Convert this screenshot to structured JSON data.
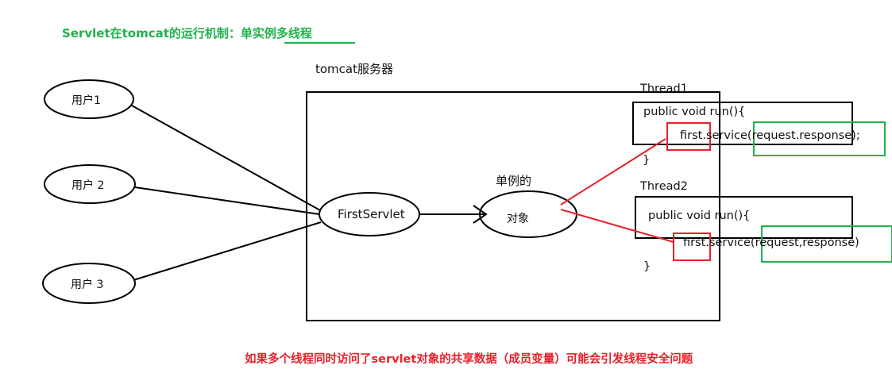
{
  "title": "Servlet在tomcat的运行机制：单实例多线程",
  "server_label": "tomcat服务器",
  "users": [
    "用户1",
    "用户 2",
    "用户 3"
  ],
  "servlet": "FirstServlet",
  "singleton_top": "单例的",
  "singleton_bottom": "对象",
  "thread1": {
    "name": "Thread1",
    "line1": "public void run(){",
    "call_obj": "first",
    "call_mid": ".service",
    "call_args": "(request.response",
    "call_end": ");",
    "close": "}"
  },
  "thread2": {
    "name": "Thread2",
    "line1": "public void run(){",
    "call_obj": "first",
    "call_mid": ".service",
    "call_args": "(request,response)",
    "close": "}"
  },
  "footer": "如果多个线程同时访问了servlet对象的共享数据（成员变量）可能会引发线程安全问题",
  "colors": {
    "title": "#22b14c",
    "footer": "#e8202a",
    "highlight_red": "#e8202a",
    "highlight_green": "#22b14c"
  }
}
